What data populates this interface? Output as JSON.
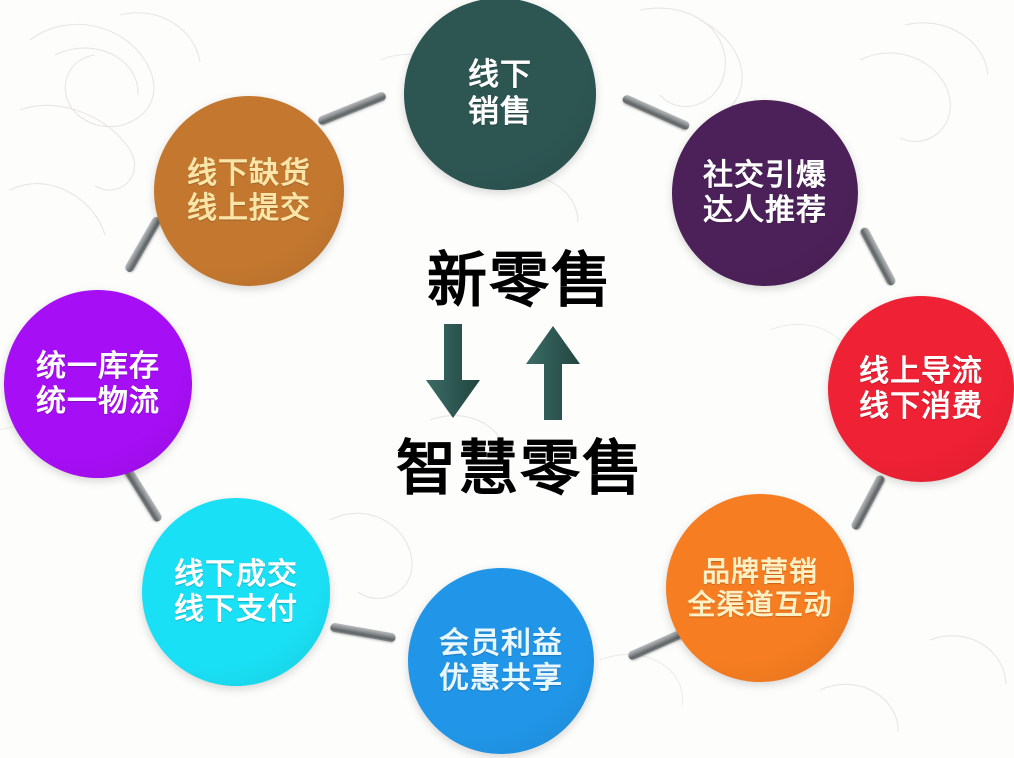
{
  "diagram": {
    "title_top": "新零售",
    "title_bottom": "智慧零售",
    "arrow_down_name": "down-arrow",
    "arrow_up_name": "up-arrow",
    "arrow_color": "#2d5552",
    "background_color": "#fdfdfc"
  },
  "nodes": [
    {
      "id": "offline-sales",
      "line1": "线下",
      "line2": "销售",
      "color": "#2d5552",
      "text_color": "#ffffff"
    },
    {
      "id": "social-ignite",
      "line1": "社交引爆",
      "line2": "达人推荐",
      "color": "#4c2159",
      "text_color": "#ffffff"
    },
    {
      "id": "online-to-offline",
      "line1": "线上导流",
      "line2": "线下消费",
      "color": "#ef2134",
      "text_color": "#ffffff"
    },
    {
      "id": "brand-marketing",
      "line1": "品牌营销",
      "line2": "全渠道互动",
      "color": "#f67d21",
      "text_color": "#fdf0c4"
    },
    {
      "id": "member-benefits",
      "line1": "会员利益",
      "line2": "优惠共享",
      "color": "#2196e8",
      "text_color": "#e9f7ff"
    },
    {
      "id": "offline-deal-pay",
      "line1": "线下成交",
      "line2": "线下支付",
      "color": "#1ae0f5",
      "text_color": "#ffffff"
    },
    {
      "id": "unified-stock",
      "line1": "统一库存",
      "line2": "统一物流",
      "color": "#a60ef5",
      "text_color": "#ffffff"
    },
    {
      "id": "offline-out-of-stock",
      "line1": "线下缺货",
      "line2": "线上提交",
      "color": "#c4782f",
      "text_color": "#fae5a8"
    }
  ],
  "connectors": [
    {
      "id": "connector-1"
    },
    {
      "id": "connector-2"
    },
    {
      "id": "connector-3"
    },
    {
      "id": "connector-4"
    },
    {
      "id": "connector-5"
    },
    {
      "id": "connector-6"
    },
    {
      "id": "connector-7"
    },
    {
      "id": "connector-8"
    }
  ]
}
